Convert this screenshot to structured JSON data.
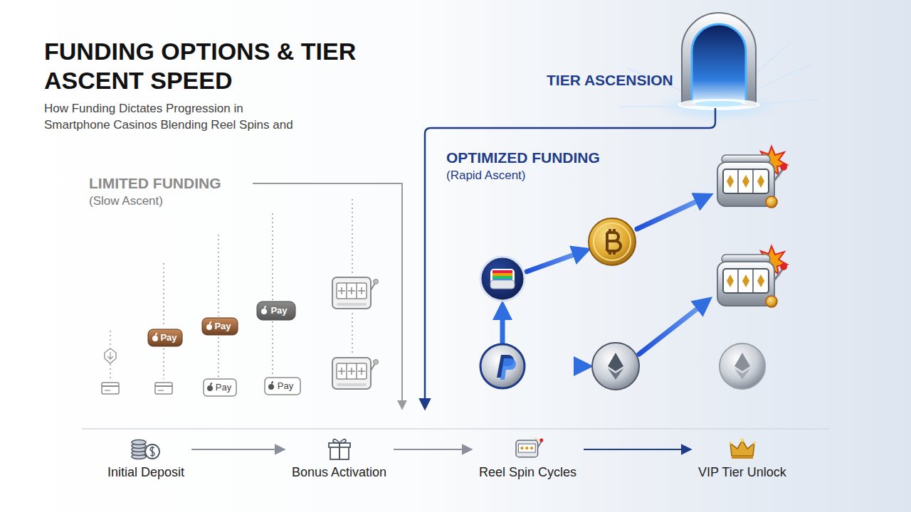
{
  "diagram": {
    "title": "FUNDING OPTIONS & TIER ASCENT SPEED",
    "caption": "How Funding Dictates Progression in Smartphone Casinos Blending Reel Spins and",
    "nodes": [
      {
        "text": [
          "Initial Deposit"
        ]
      },
      {
        "text": [
          "Bonus Activation"
        ]
      },
      {
        "text": [
          "Reel Spin Cycles"
        ]
      },
      {
        "text": [
          "VIP Tier Unlock"
        ]
      }
    ],
    "edges": [
      {
        "from": 0,
        "to": 1,
        "arrow": "to"
      },
      {
        "from": 1,
        "to": 2,
        "arrow": "to"
      },
      {
        "from": 2,
        "to": 3,
        "arrow": "to"
      }
    ],
    "labels": [
      "TIER ASCENSION",
      "LIMITED FUNDING",
      "(Slow Ascent)",
      "OPTIMIZED FUNDING",
      "(Rapid Ascent)",
      "Pay",
      "Pay",
      "Pay",
      "Pay",
      "Pay"
    ]
  }
}
